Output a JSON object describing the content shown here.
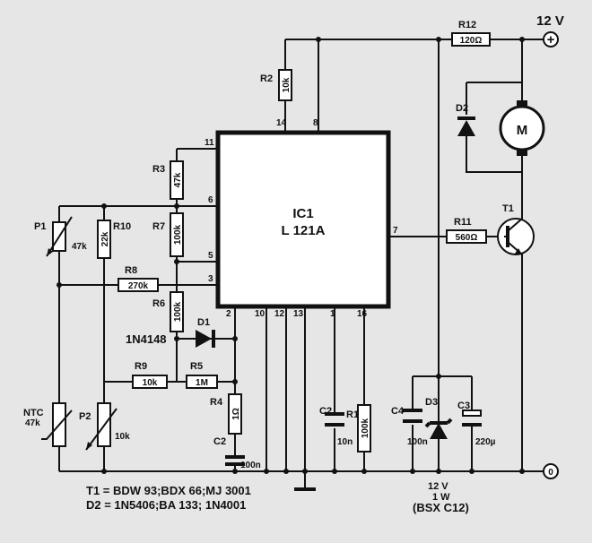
{
  "supply": {
    "voltage": "12 V",
    "plus": "+",
    "zero": "0"
  },
  "ic": {
    "name": "IC1",
    "part": "L 121A",
    "pins": {
      "p14": "14",
      "p8": "8",
      "p11": "11",
      "p6": "6",
      "p5": "5",
      "p3": "3",
      "p7": "7",
      "p2": "2",
      "p10": "10",
      "p12": "12",
      "p13": "13",
      "p1": "1",
      "p16": "16"
    }
  },
  "components": {
    "R1": {
      "ref": "R1",
      "value": "100k"
    },
    "R2": {
      "ref": "R2",
      "value": "10k"
    },
    "R3": {
      "ref": "R3",
      "value": "47k"
    },
    "R4": {
      "ref": "R4",
      "value": "1Ω"
    },
    "R5": {
      "ref": "R5",
      "value": "1M"
    },
    "R6": {
      "ref": "R6",
      "value": "100k"
    },
    "R7": {
      "ref": "R7",
      "value": "100k"
    },
    "R8": {
      "ref": "R8",
      "value": "270k"
    },
    "R9": {
      "ref": "R9",
      "value": "10k"
    },
    "R10": {
      "ref": "R10",
      "value": "22k"
    },
    "R11": {
      "ref": "R11",
      "value": "560Ω"
    },
    "R12": {
      "ref": "R12",
      "value": "120Ω"
    },
    "P1": {
      "ref": "P1",
      "value": "47k"
    },
    "P2": {
      "ref": "P2",
      "value": "10k"
    },
    "NTC": {
      "ref": "NTC",
      "value": "47k"
    },
    "C2a": {
      "ref": "C2",
      "value": "100n"
    },
    "C2b": {
      "ref": "C2",
      "value": "10n"
    },
    "C3": {
      "ref": "C3",
      "value": "220µ"
    },
    "C4": {
      "ref": "C4",
      "value": "100n"
    },
    "D1": {
      "ref": "D1",
      "value": "1N4148"
    },
    "D2": {
      "ref": "D2"
    },
    "D3": {
      "ref": "D3",
      "value1": "12 V",
      "value2": "1 W",
      "value3": "(BSX C12)"
    },
    "T1": {
      "ref": "T1"
    },
    "M": {
      "ref": "M"
    }
  },
  "notes": {
    "t1": "T1 = BDW 93;BDX 66;MJ 3001",
    "d2": "D2 = 1N5406;BA 133; 1N4001"
  }
}
